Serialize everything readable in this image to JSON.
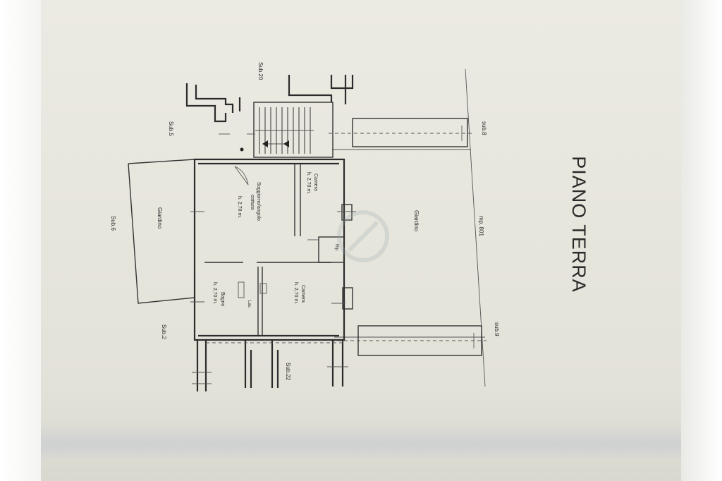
{
  "plan_title": "PIANO TERRA",
  "labels": {
    "sub20": "Sub.20",
    "sub5": "Sub.5",
    "sub6": "Sub.6",
    "sub2": "Sub.2",
    "sub22": "Sub.22",
    "sub8": "sub.8",
    "sub9": "sub.9",
    "mapp": "mp. 801",
    "giardino_left": "Giardino",
    "giardino_right": "Giardino",
    "soggiorno_name": "Soggiorno/angolo",
    "soggiorno_name2": "cottura",
    "soggiorno_h": "h. 2,70 m.",
    "camera_top_name": "Camera",
    "camera_top_h": "h. 2,70 m.",
    "camera_bottom_name": "Camera",
    "camera_bottom_h": "h. 2,70 m.",
    "bagno_name": "Bagno",
    "bagno_h": "h. 2,70 m.",
    "lav": "Lav.",
    "rip": "Rip."
  }
}
